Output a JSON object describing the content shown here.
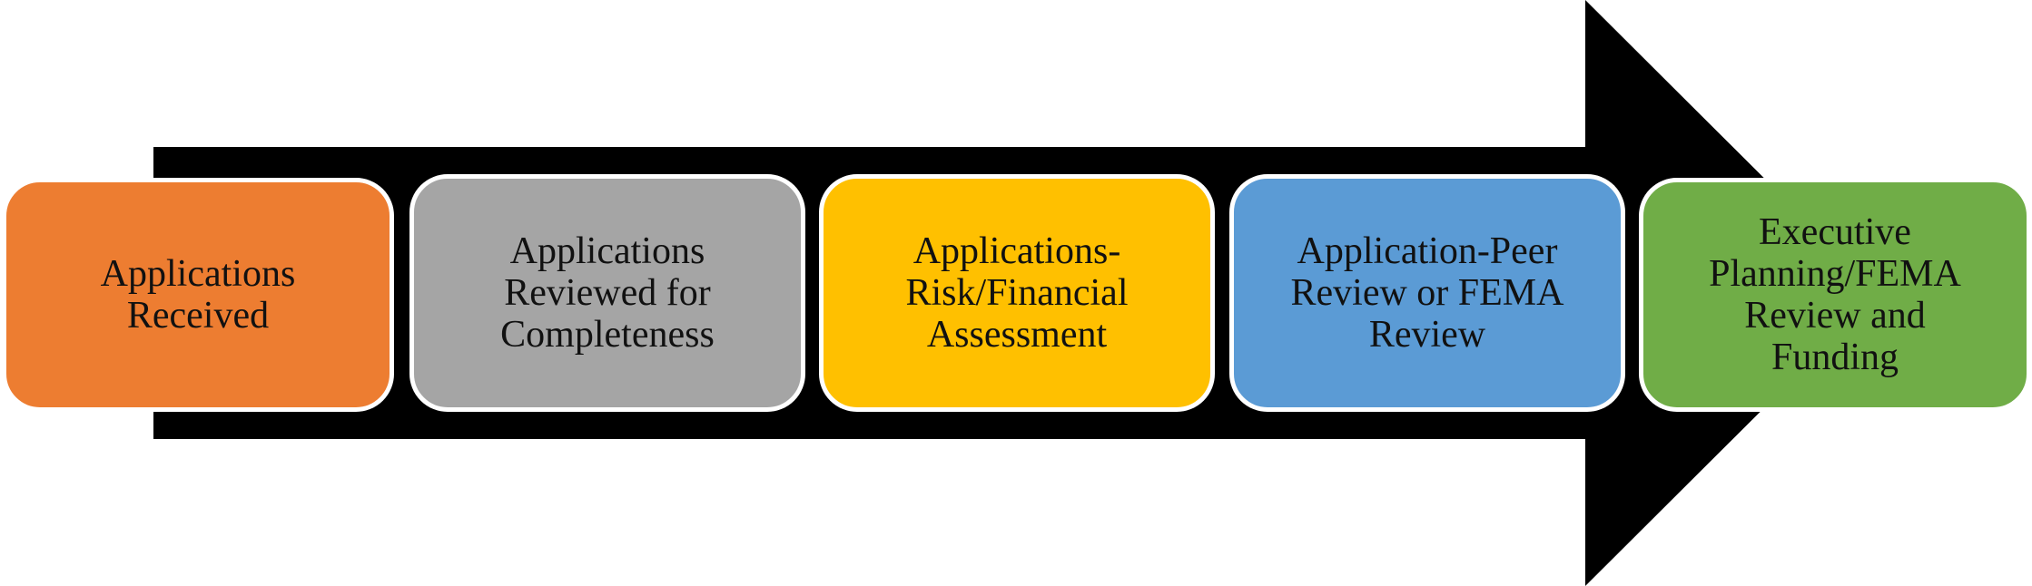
{
  "diagram": {
    "arrow_color": "#000000",
    "steps": [
      {
        "label": "Applications\nReceived",
        "color": "#ED7D31"
      },
      {
        "label": "Applications\nReviewed for\nCompleteness",
        "color": "#A5A5A5"
      },
      {
        "label": "Applications-\nRisk/Financial\nAssessment",
        "color": "#FFC000"
      },
      {
        "label": "Application-Peer\nReview or FEMA\nReview",
        "color": "#5B9BD5"
      },
      {
        "label": "Executive\nPlanning/FEMA\nReview and\nFunding",
        "color": "#70AD47"
      }
    ]
  }
}
